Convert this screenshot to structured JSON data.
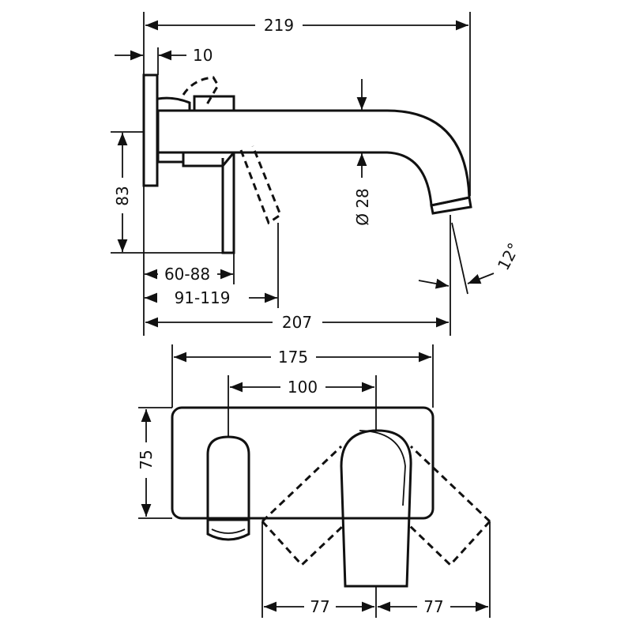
{
  "side_view": {
    "overall_length": "219",
    "plate_thickness": "10",
    "height": "83",
    "spout_diameter": "Ø 28",
    "lever_reach": "60-88",
    "lever_reach_open": "91-119",
    "spout_projection": "207",
    "spout_angle": "12°"
  },
  "front_view": {
    "plate_width": "175",
    "center_distance": "100",
    "plate_height": "75",
    "lever_swing_left": "77",
    "lever_swing_right": "77"
  },
  "colors": {
    "line": "#111111",
    "background": "#ffffff"
  }
}
